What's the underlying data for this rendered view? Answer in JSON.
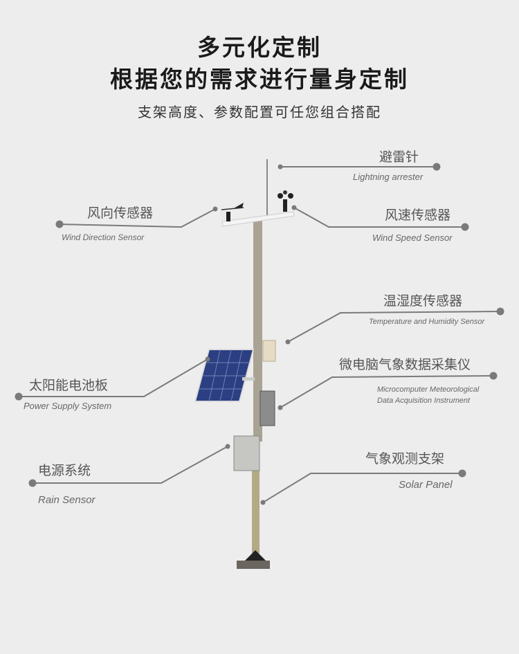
{
  "header": {
    "title_line1": "多元化定制",
    "title_line2": "根据您的需求进行量身定制",
    "subtitle": "支架高度、参数配置可任您组合搭配"
  },
  "labels": [
    {
      "cn": "避雷针",
      "en": "Lightning arrester"
    },
    {
      "cn": "风向传感器",
      "en": "Wind Direction Sensor"
    },
    {
      "cn": "风速传感器",
      "en": "Wind Speed Sensor"
    },
    {
      "cn": "温湿度传感器",
      "en": "Temperature and Humidity Sensor"
    },
    {
      "cn": "微电脑气象数据采集仪",
      "en_line1": "Microcomputer Meteorological",
      "en_line2": "Data Acquisition Instrument"
    },
    {
      "cn": "太阳能电池板",
      "en": "Power Supply System"
    },
    {
      "cn": "电源系统",
      "en": "Rain Sensor"
    },
    {
      "cn": "气象观测支架",
      "en": "Solar Panel"
    }
  ],
  "colors": {
    "background": "#ededed",
    "leader": "#7a7a7a",
    "title": "#1a1a1a"
  }
}
